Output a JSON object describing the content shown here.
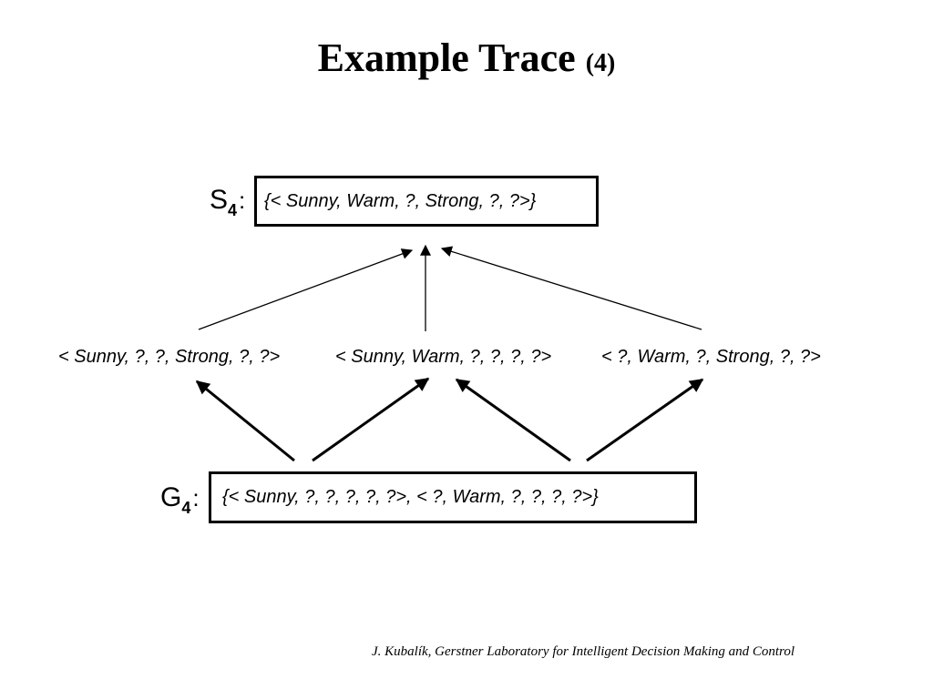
{
  "title": {
    "main": "Example Trace",
    "number": "(4)"
  },
  "specific_boundary": {
    "symbol": "S",
    "subscript": "4",
    "colon": ":",
    "set": "{< Sunny, Warm, ?, Strong, ?, ?>}"
  },
  "intermediate_hypotheses": [
    "< Sunny, ?, ?, Strong, ?, ?>",
    "< Sunny, Warm, ?, ?, ?, ?>",
    "< ?, Warm, ?, Strong, ?, ?>"
  ],
  "general_boundary": {
    "symbol": "G",
    "subscript": "4",
    "colon": ":",
    "set": "{< Sunny, ?, ?, ?, ?, ?>, < ?, Warm, ?, ?, ?, ?>}"
  },
  "footer": "J. Kubalík, Gerstner Laboratory for Intelligent Decision Making and Control"
}
